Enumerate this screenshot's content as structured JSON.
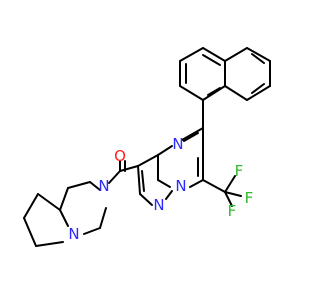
{
  "atom_labels": {
    "n_pyrimidine": "N",
    "n_bridge": "N",
    "n_pyrazole": "N",
    "n_diazine_amide": "N",
    "n_diazine_ring": "N",
    "o_carbonyl": "O",
    "f_top": "F",
    "f_mid": "F",
    "f_bottom": "F"
  },
  "colors": {
    "bond": "#000000",
    "nitrogen": "#2b2bff",
    "oxygen": "#ff2020",
    "fluorine": "#2fb82f"
  }
}
